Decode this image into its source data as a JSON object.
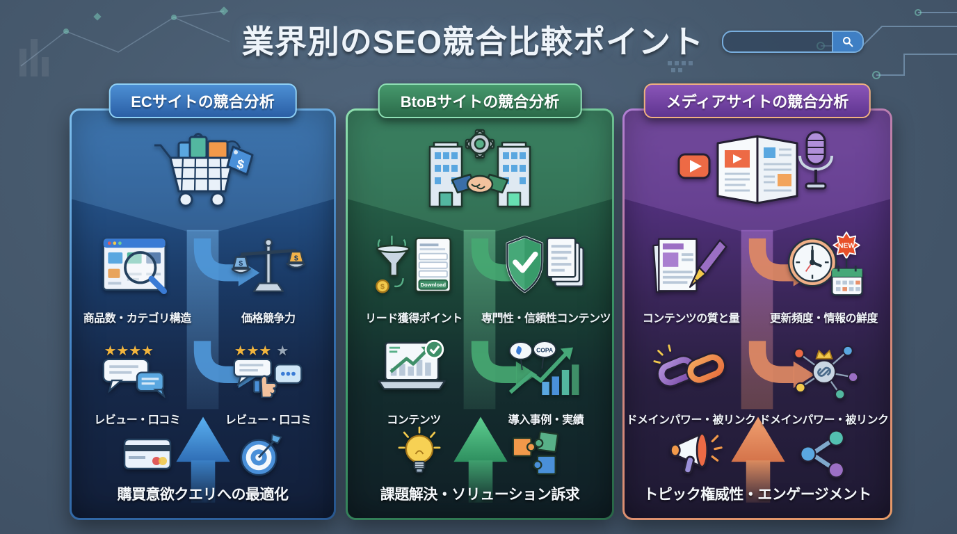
{
  "title": "業界別のSEO競合比較ポイント",
  "glyphs": {
    "dollar": "$",
    "stars4": "★★★★",
    "stars3": "★★★",
    "star1": "★"
  },
  "panels": [
    {
      "header": "ECサイトの競合分析",
      "accent": "#4e9bd8",
      "items": [
        {
          "label": "商品数・カテゴリ構造"
        },
        {
          "label": "価格競争力"
        },
        {
          "label": "レビュー・口コミ"
        },
        {
          "label": "レビュー・口コミ"
        }
      ],
      "bottom_label": "購買意欲クエリへの最適化"
    },
    {
      "header": "BtoBサイトの競合分析",
      "accent": "#4fae7e",
      "items": [
        {
          "label": "リード獲得ポイント",
          "button_text": "Download"
        },
        {
          "label": "専門性・信頼性コンテンツ"
        },
        {
          "label": "コンテンツ"
        },
        {
          "label": "導入事例・実績",
          "badge_text": "COPA"
        }
      ],
      "bottom_label": "課題解決・ソリューション訴求"
    },
    {
      "header": "メディアサイトの競合分析",
      "accent": "#cc8a64",
      "items": [
        {
          "label": "コンテンツの質と量"
        },
        {
          "label": "更新頻度・情報の鮮度",
          "badge_text": "NEW"
        },
        {
          "label": "ドメインパワー・被リンク"
        },
        {
          "label": "ドメインパワー・被リンク"
        }
      ],
      "bottom_label": "トピック権威性・エンゲージメント"
    }
  ]
}
